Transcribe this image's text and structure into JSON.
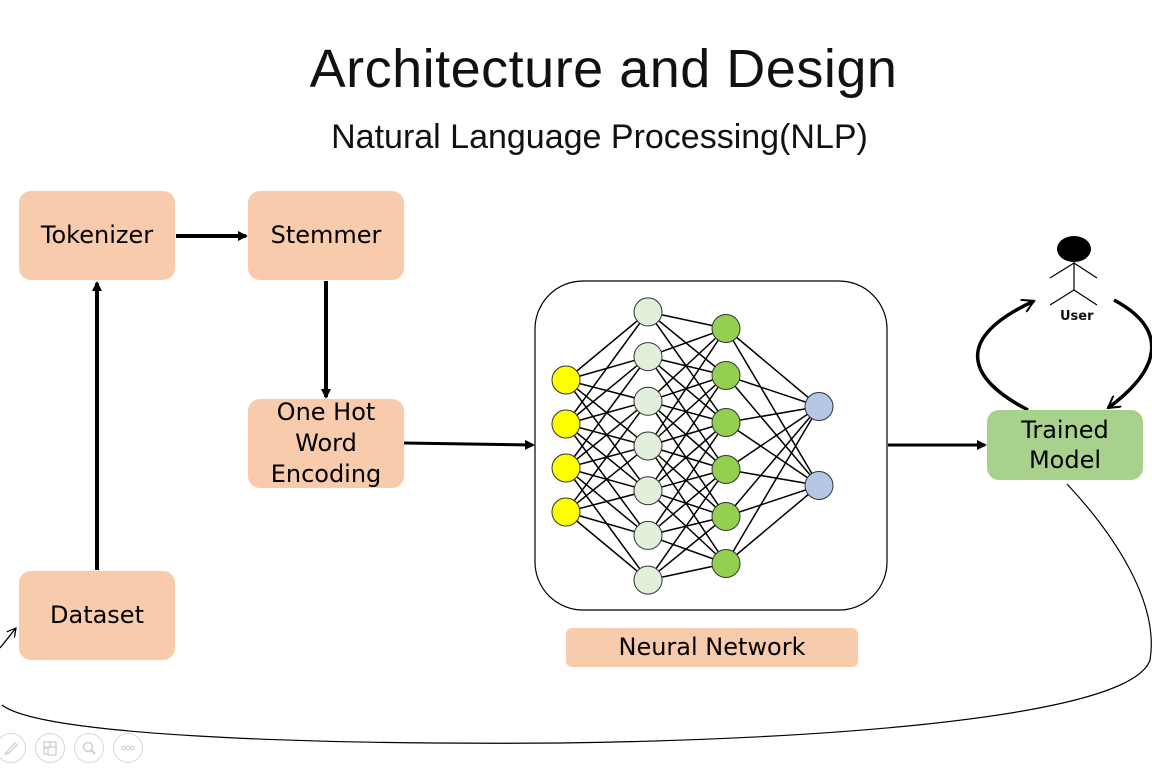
{
  "slide": {
    "title": "Architecture and Design",
    "subtitle": "Natural Language Processing(NLP)"
  },
  "boxes": {
    "tokenizer": "Tokenizer",
    "stemmer": "Stemmer",
    "one_hot": "One Hot\nWord\nEncoding",
    "dataset": "Dataset",
    "neural_network_label": "Neural Network",
    "trained_model": "Trained\nModel"
  },
  "actor": {
    "label": "User"
  },
  "neural_network": {
    "layers": [
      {
        "name": "input",
        "nodes": 4,
        "color": "#ffff00"
      },
      {
        "name": "hidden-1",
        "nodes": 7,
        "color": "#e2efda"
      },
      {
        "name": "hidden-2",
        "nodes": 6,
        "color": "#92d050"
      },
      {
        "name": "output",
        "nodes": 2,
        "color": "#b4c7e7"
      }
    ]
  },
  "colors": {
    "process_box": "#f8cbad",
    "model_box": "#a9d18e"
  },
  "toolbar": {
    "items": [
      {
        "icon": "pen-icon"
      },
      {
        "icon": "slides-icon"
      },
      {
        "icon": "zoom-icon"
      },
      {
        "icon": "more-icon"
      }
    ]
  }
}
